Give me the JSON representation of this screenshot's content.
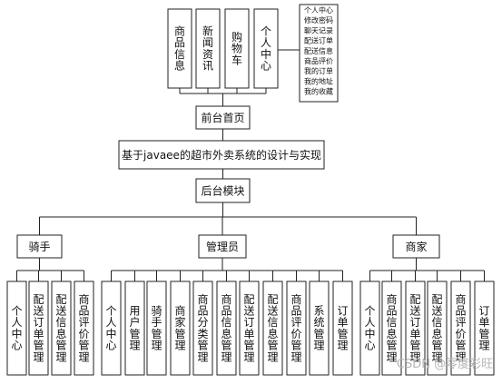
{
  "front": {
    "modules": [
      {
        "label": "商品信息"
      },
      {
        "label": "新闻资讯"
      },
      {
        "label": "购物车"
      },
      {
        "label": "个人中心"
      }
    ],
    "personal_center_items": [
      "个人中心",
      "修改密码",
      "聊天记录",
      "配送订单",
      "配送信息",
      "商品评价",
      "我的订单",
      "我的地址",
      "我的收藏"
    ],
    "home": "前台首页"
  },
  "system_title": "基于javaee的超市外卖系统的设计与实现",
  "backend": {
    "label": "后台模块",
    "roles": [
      {
        "label": "骑手",
        "modules": [
          "个人中心",
          "配送订单管理",
          "配送信息管理",
          "商品评价管理"
        ]
      },
      {
        "label": "管理员",
        "modules": [
          "个人中心",
          "用户管理",
          "骑手管理",
          "商家管理",
          "商品分类管理",
          "商品信息管理",
          "配送订单管理",
          "配送信息管理",
          "商品评价管理",
          "系统管理",
          "订单管理"
        ]
      },
      {
        "label": "商家",
        "modules": [
          "个人中心",
          "商品信息管理",
          "配送订单管理",
          "配送信息管理",
          "商品评价管理",
          "订单管理"
        ]
      }
    ]
  },
  "watermark": "CSDN @零度彩旺"
}
